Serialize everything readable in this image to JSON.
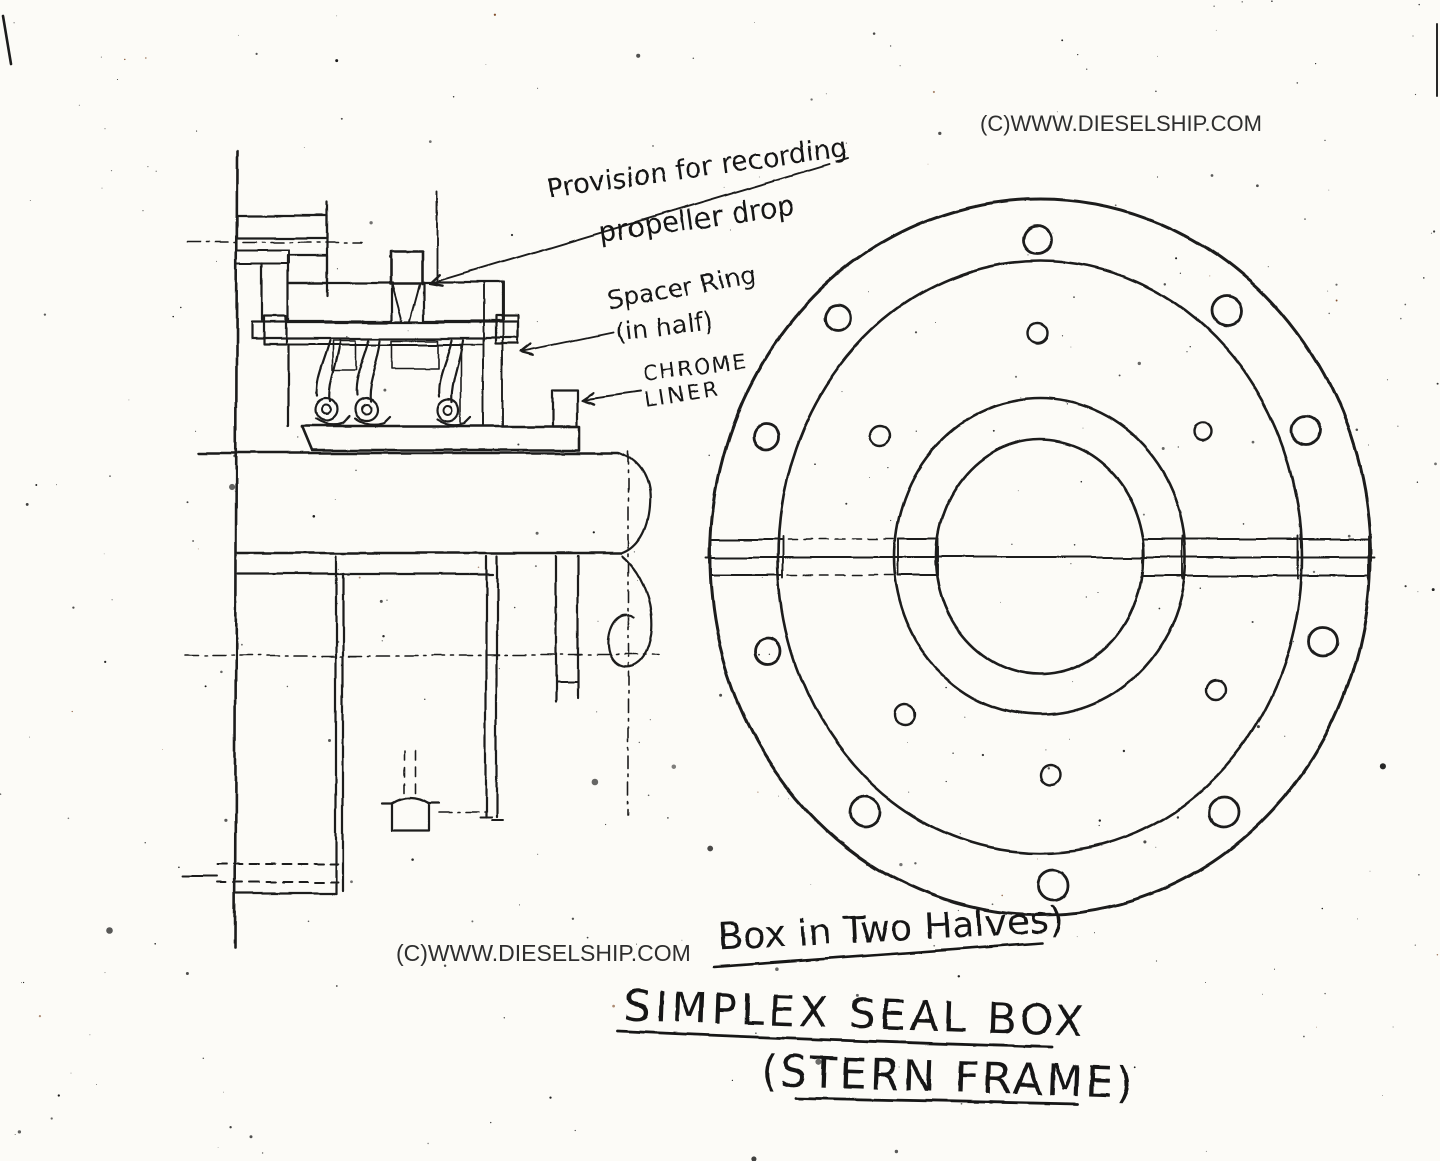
{
  "colors": {
    "paper": "#fcfbf7",
    "ink": "#1c1c1c",
    "watermark_ink": "#2e2e2e",
    "speck_brown": "#7a4420"
  },
  "watermark": {
    "top_right": "(C)WWW.DIESELSHIP.COM",
    "bottom_left": "(C)WWW.DIESELSHIP.COM"
  },
  "annotations": {
    "provision_line1": "Provision for recording",
    "provision_line2": "propeller drop",
    "spacer_line1": "Spacer Ring",
    "spacer_line2": "(in half)",
    "chrome_line1": "CHROME",
    "chrome_line2": "LINER"
  },
  "captions": {
    "box_halves": "Box in Two Halves)",
    "main_title": "SIMPLEX SEAL BOX",
    "sub_title": "(STERN FRAME)"
  },
  "front_view": {
    "outer_bolt_holes": [
      [
        1037,
        240,
        14
      ],
      [
        838,
        318,
        13
      ],
      [
        1227,
        311,
        15
      ],
      [
        766,
        437,
        13
      ],
      [
        1306,
        431,
        14
      ],
      [
        768,
        650,
        13
      ],
      [
        1322,
        642,
        14
      ],
      [
        865,
        812,
        15
      ],
      [
        1223,
        813,
        15
      ],
      [
        1053,
        885,
        15
      ]
    ],
    "inner_bolt_holes": [
      [
        1038,
        333,
        10
      ],
      [
        881,
        435,
        10
      ],
      [
        1203,
        431,
        9
      ],
      [
        904,
        714,
        10
      ],
      [
        1216,
        690,
        10
      ],
      [
        1050,
        775,
        10
      ]
    ]
  }
}
